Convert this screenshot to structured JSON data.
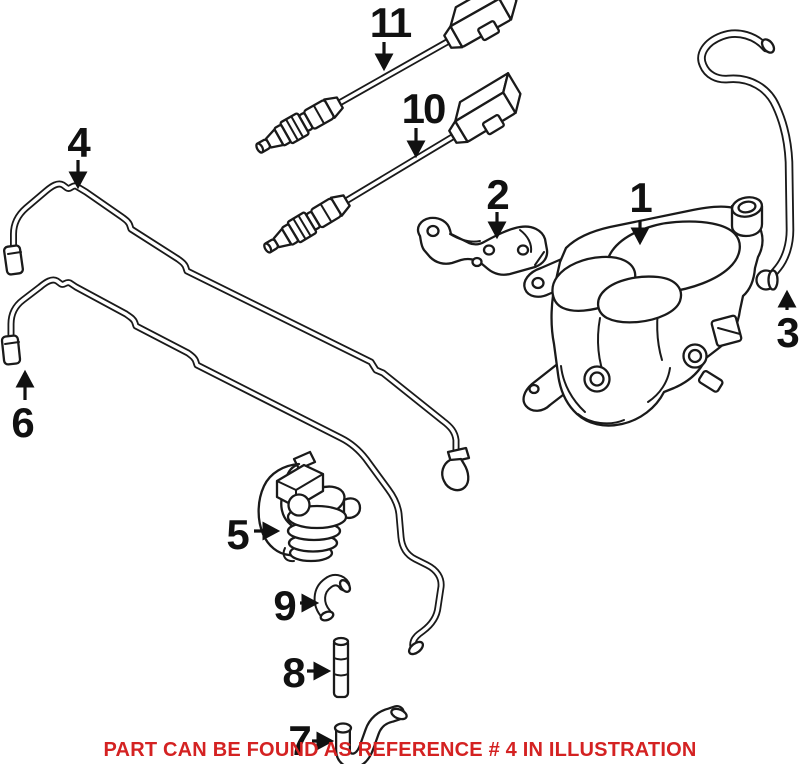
{
  "diagram": {
    "background": "#ffffff",
    "line_color": "#1a1a1a",
    "label_color": "#111111"
  },
  "caption": {
    "text": "PART CAN BE FOUND AS REFERENCE # 4 IN ILLUSTRATION",
    "color": "#d42222"
  },
  "part_labels": {
    "p1": "1",
    "p2": "2",
    "p3": "3",
    "p4": "4",
    "p5": "5",
    "p6": "6",
    "p7": "7",
    "p8": "8",
    "p9": "9",
    "p10": "10",
    "p11": "11"
  }
}
